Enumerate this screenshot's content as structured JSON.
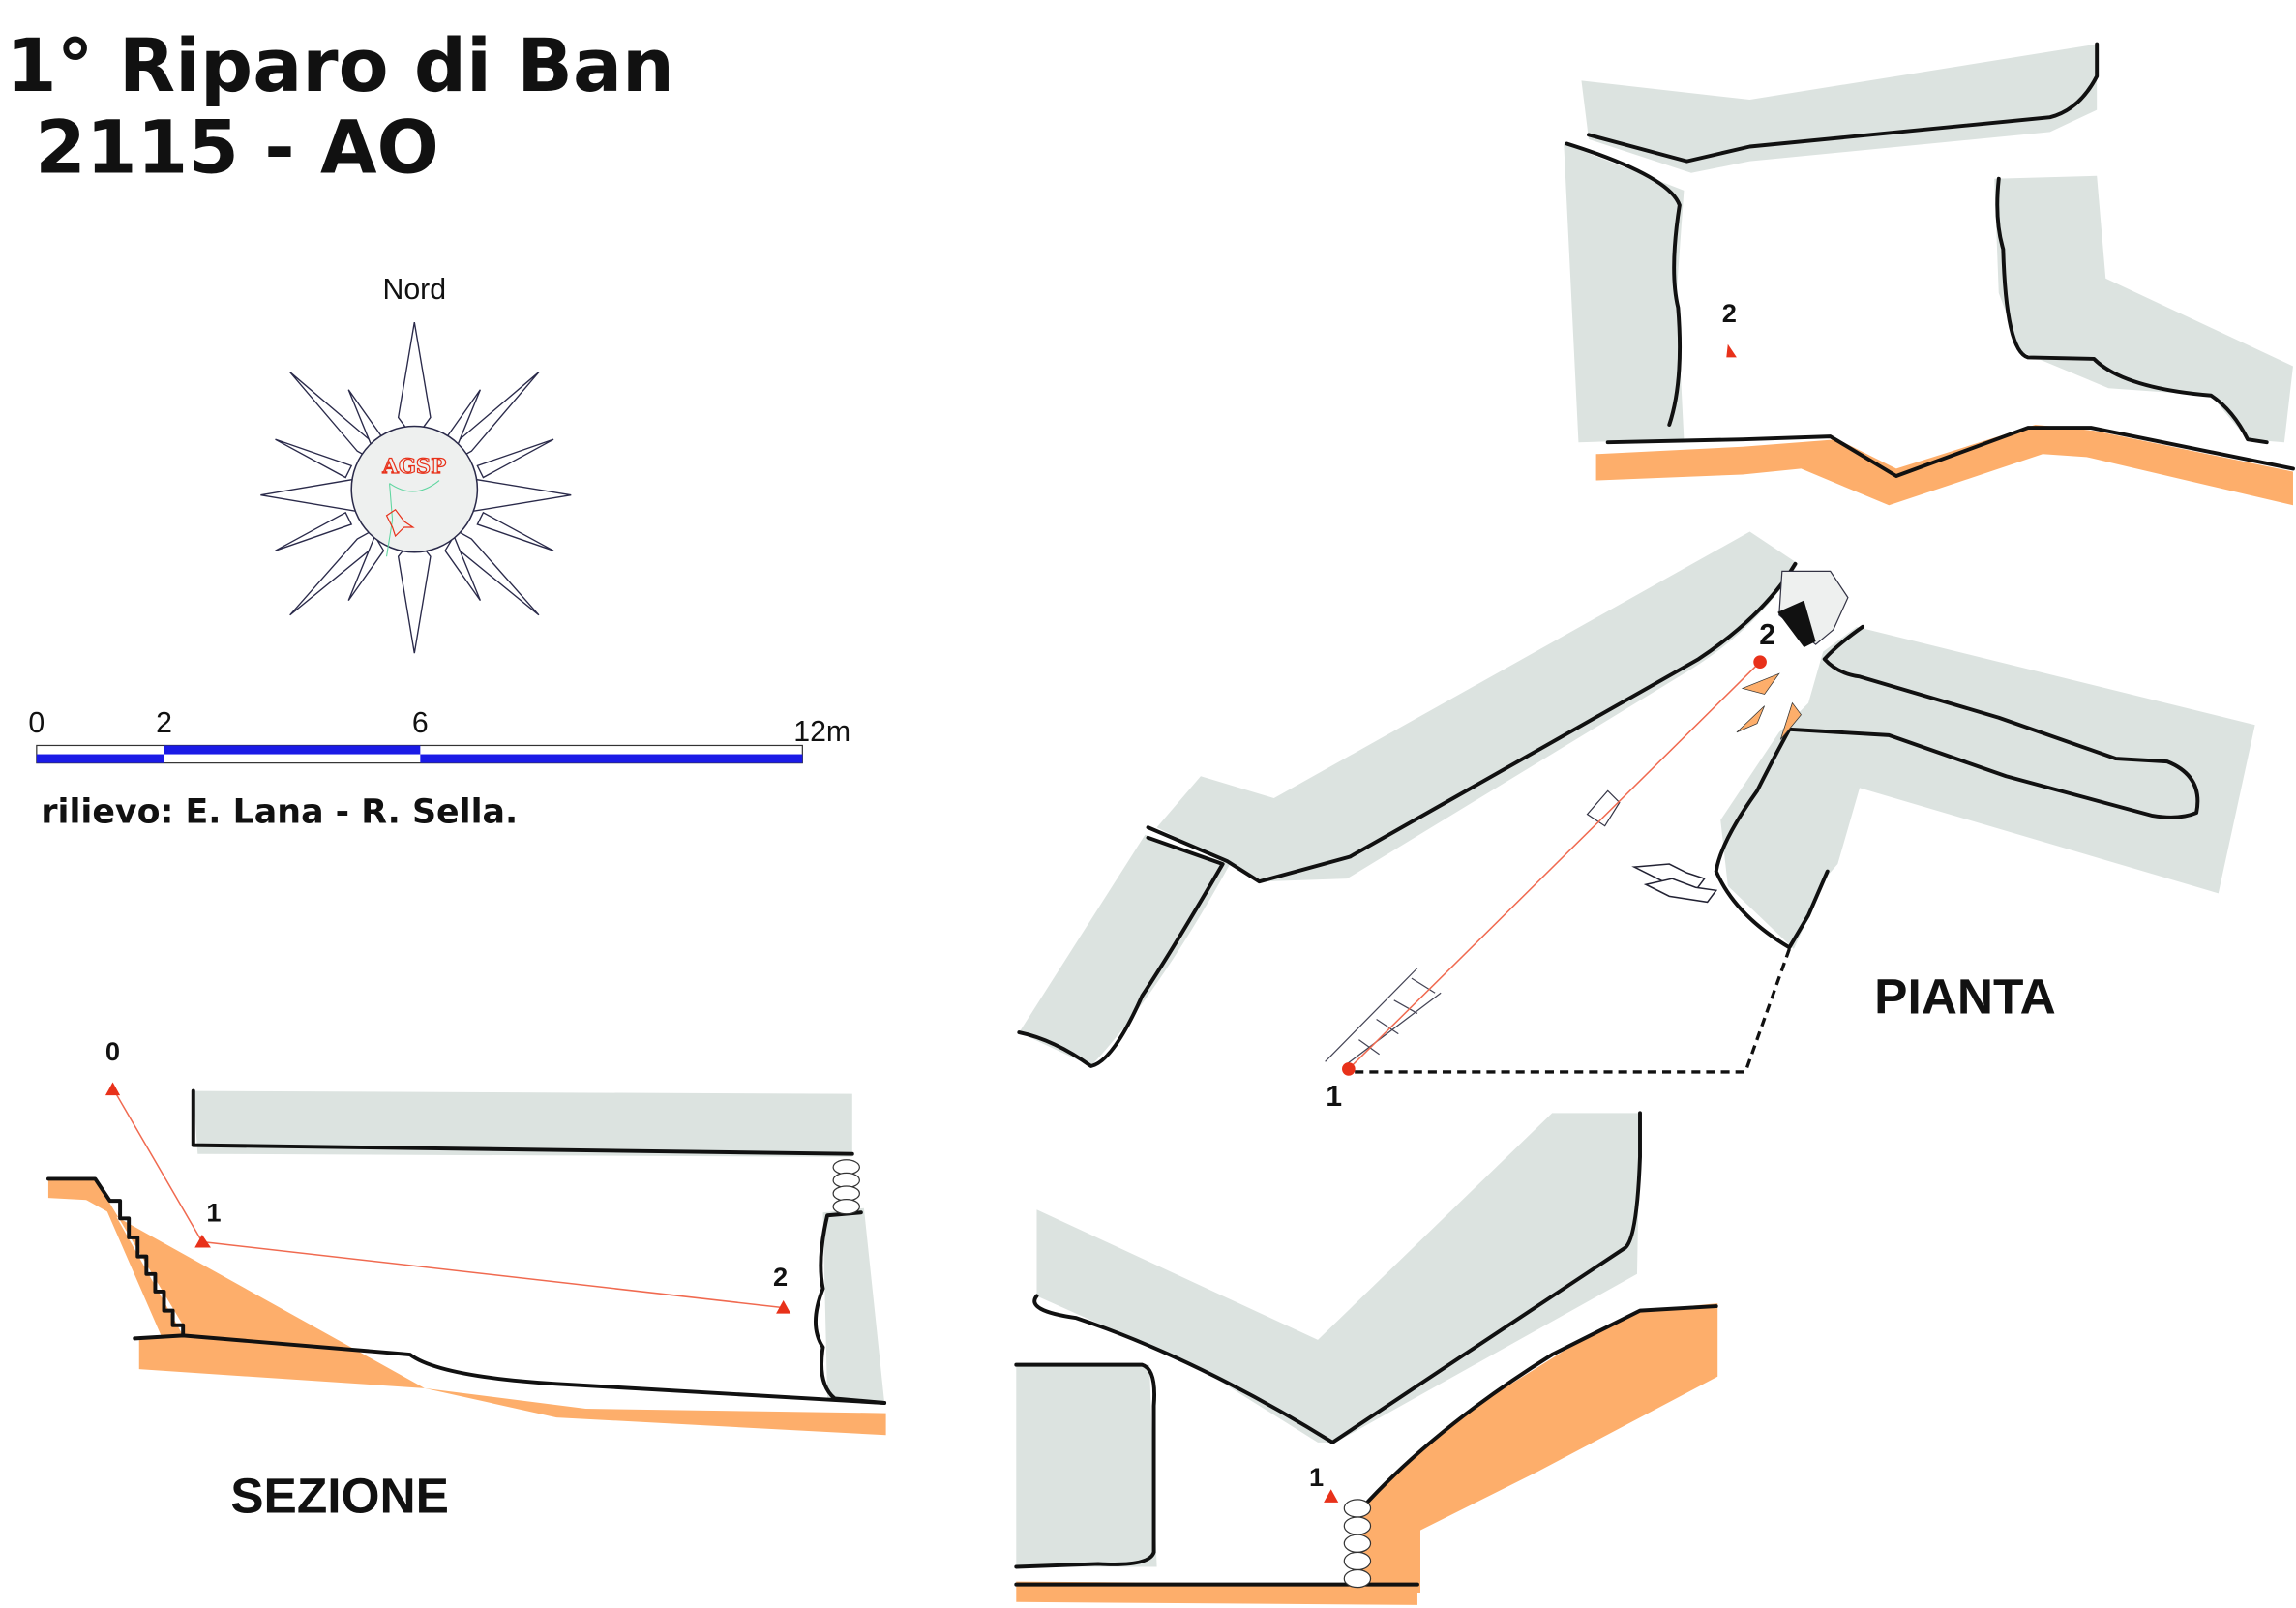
{
  "title": {
    "line1": "1° Riparo di Ban",
    "line2": "2115 - AO"
  },
  "compass": {
    "north_label": "Nord",
    "logo_text": "AGSP"
  },
  "scale": {
    "ticks": [
      "0",
      "2",
      "6",
      "12m"
    ],
    "bar_colors": [
      "#1a1ae6",
      "#ffffff"
    ]
  },
  "credits": "rilievo: E. Lana - R. Sella.",
  "plan": {
    "label": "PIANTA",
    "stations": [
      "2",
      "1"
    ]
  },
  "section": {
    "label": "SEZIONE",
    "stations": [
      "0",
      "1",
      "2"
    ]
  },
  "cross_section_top": {
    "station": "2"
  },
  "cross_section_bottom": {
    "station": "1"
  },
  "colors": {
    "rock": "#dce3e0",
    "floor": "#fdae6b",
    "station": "#e8311a"
  }
}
